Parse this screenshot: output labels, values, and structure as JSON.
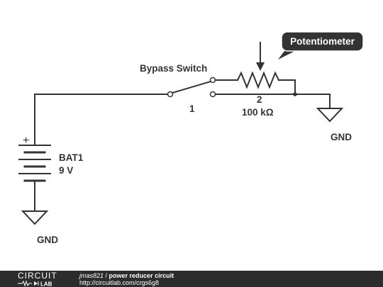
{
  "diagram": {
    "callout": "Potentiometer",
    "switch_label": "Bypass Switch",
    "switch_pin_1": "1",
    "switch_pin_2": "2",
    "resistor_value": "100 kΩ",
    "battery_plus": "+",
    "battery_name": "BAT1",
    "battery_voltage": "9 V",
    "gnd_right": "GND",
    "gnd_left": "GND"
  },
  "footer": {
    "logo_top": "CIRCUIT",
    "logo_bottom": "LAB",
    "user": "jmas821",
    "separator": " / ",
    "title": "power reducer circuit",
    "url": "http://circuitlab.com/crgs6g8"
  },
  "colors": {
    "wire": "#333333",
    "callout_fill": "#333333",
    "callout_text": "#ffffff",
    "footer_bg": "#2c2c2c"
  }
}
